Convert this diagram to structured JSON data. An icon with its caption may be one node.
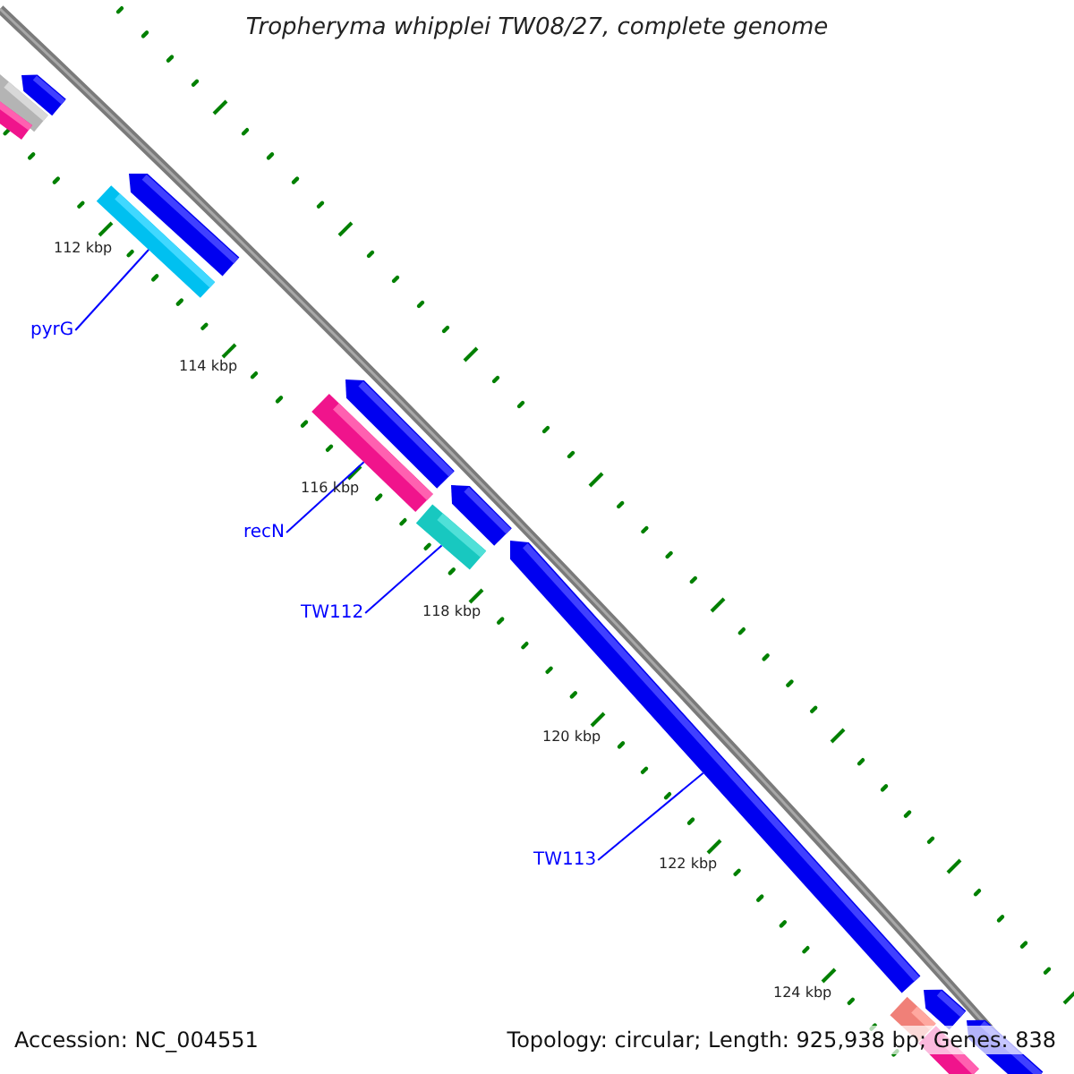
{
  "diagram": {
    "title": "Tropheryma whipplei TW08/27, complete genome",
    "nodes": [
      {
        "text": [],
        "shape": "pentagon"
      },
      {
        "text": [],
        "shape": "bar"
      },
      {
        "text": [],
        "shape": "bar"
      },
      {
        "text": [],
        "shape": "pentagon"
      },
      {
        "text": [],
        "shape": "bar"
      },
      {
        "text": [
          "pyrG"
        ]
      },
      {
        "text": [],
        "shape": "pentagon"
      },
      {
        "text": [],
        "shape": "bar"
      },
      {
        "text": [
          "recN"
        ]
      },
      {
        "text": [],
        "shape": "pentagon"
      },
      {
        "text": [],
        "shape": "bar"
      },
      {
        "text": [
          "TW112"
        ]
      },
      {
        "text": [],
        "shape": "pentagon"
      },
      {
        "text": [
          "TW113"
        ]
      },
      {
        "text": [],
        "shape": "pentagon"
      },
      {
        "text": [],
        "shape": "bar"
      },
      {
        "text": [],
        "shape": "bar"
      },
      {
        "text": [],
        "shape": "pentagon"
      }
    ],
    "edges": [
      {
        "from": 5,
        "to": 4,
        "arrow": "none"
      },
      {
        "from": 8,
        "to": 7,
        "arrow": "none"
      },
      {
        "from": 11,
        "to": 10,
        "arrow": "none"
      },
      {
        "from": 13,
        "to": 12,
        "arrow": "none"
      }
    ],
    "labels": [
      "112 kbp",
      "114 kbp",
      "116 kbp",
      "118 kbp",
      "120 kbp",
      "122 kbp",
      "124 kbp",
      "Accession: NC_004551",
      "Topology: circular; Length: 925,938 bp; Genes: 838"
    ]
  }
}
